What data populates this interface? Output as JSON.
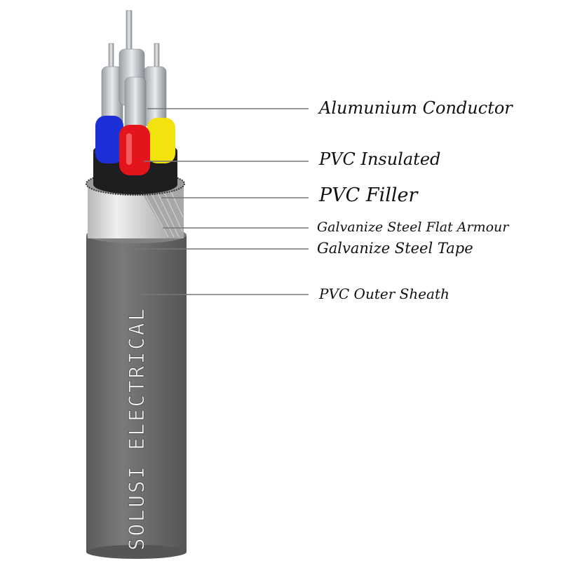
{
  "labels": {
    "conductor": "Alumunium Conductor",
    "insulation": "PVC Insulated",
    "filler": "PVC Filler",
    "armour": "Galvanize Steel Flat Armour",
    "tape": "Galvanize Steel Tape",
    "sheath": "PVC Outer Sheath"
  },
  "brand": "SOLUSI ELECTRICAL",
  "colors": {
    "sheath": "#6b6b6d",
    "armour": "#c9c9c9",
    "filler": "#1e1e20",
    "core_blue": "#1d2fd6",
    "core_red": "#e4141c",
    "core_yellow": "#f2e20e",
    "strand": "#c8ccd0"
  }
}
